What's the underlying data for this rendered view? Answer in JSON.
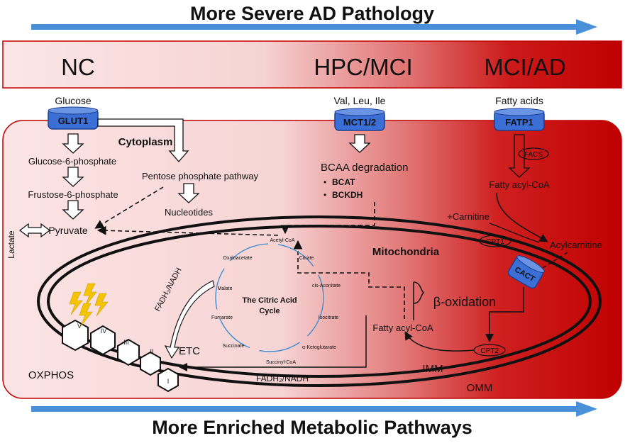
{
  "header": {
    "top_title": "More Severe AD Pathology",
    "bottom_title": "More Enriched Metabolic Pathways"
  },
  "stages": {
    "nc": "NC",
    "hpc_mci": "HPC/MCI",
    "mci_ad": "MCI/AD"
  },
  "transporters": {
    "glucose_label": "Glucose",
    "glut1": "GLUT1",
    "bcaa_label": "Val, Leu, Ile",
    "mct": "MCT1/2",
    "fa_label": "Fatty acids",
    "fatp1": "FATP1"
  },
  "cytoplasm": {
    "title": "Cytoplasm",
    "g6p": "Glucose-6-phosphate",
    "f6p": "Frustose-6-phosphate",
    "ppp": "Pentose phosphate pathway",
    "nucleotides": "Nucleotides",
    "pyruvate": "Pyruvate",
    "lactate": "Lactate"
  },
  "bcaa": {
    "title": "BCAA degradation",
    "bcat": "BCAT",
    "bckdh": "BCKDH"
  },
  "lipid": {
    "facs": "FACS",
    "fatty_acyl_coa": "Fatty acyl-CoA",
    "carnitine": "+Carnitine",
    "cpt1": "CPT1",
    "acylcarnitine": "Acylcarnitine",
    "cact": "CACT",
    "cpt2": "CPT2",
    "fatty_acyl_coa_inner": "Fatty acyl-CoA",
    "beta_ox": "β-oxidation"
  },
  "mito": {
    "title": "Mitochondria",
    "imm": "IMM",
    "omm": "OMM",
    "etc": "ETC",
    "oxphos": "OXPHOS",
    "fadh_nadh_diag": "FADH₂/NADH",
    "fadh_nadh_bottom": "FADH₂/NADH",
    "complexes": [
      "I",
      "II",
      "III",
      "IV",
      "V"
    ]
  },
  "tca": {
    "title_line1": "The Citric Acid",
    "title_line2": "Cycle",
    "acetyl_coa": "Acetyl-CoA",
    "citrate": "Citrate",
    "cis_aconitate": "cis-Aconitate",
    "isocitrate": "Isocitrate",
    "akg": "α-Ketoglutarate",
    "succinyl_coa": "Succinyl-CoA",
    "succinate": "Succinate",
    "fumarate": "Fumarate",
    "malate": "Malate",
    "oxaloacetate": "Oxaloacetate"
  },
  "colors": {
    "arrow_blue": "#4a90d9",
    "deep_red": "#c00000",
    "pale_pink": "#fbe3e3",
    "transporter_blue": "#3c6fd6",
    "bolt_yellow": "#f5c400",
    "cycle_blue": "#3f8fd0"
  }
}
